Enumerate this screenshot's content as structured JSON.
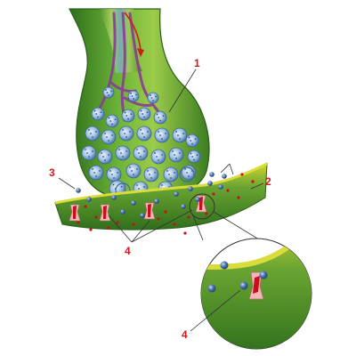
{
  "labels": {
    "l1": "1",
    "l2": "2",
    "l3": "3",
    "l4a": "4",
    "l4b": "4"
  },
  "colors": {
    "label_red": "#d11a1a",
    "terminal_green": "#5ea72e",
    "terminal_dark": "#2f6f1c",
    "membrane_yellow": "#d4d92a",
    "vesicle_blue": "#5a86b5",
    "neurotransmitter_blue": "#2d4f8f",
    "ion_red": "#c8101c",
    "receptor_pink": "#f2b8b8",
    "microtubule_purple": "#8a3c96",
    "arrow_red": "#d11a1a"
  }
}
